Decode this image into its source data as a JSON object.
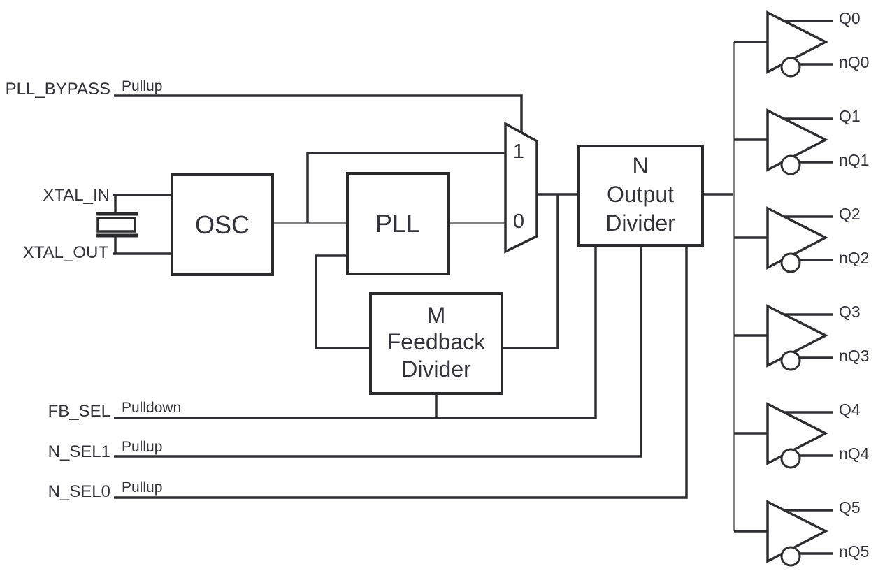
{
  "inputs": {
    "pll_bypass": {
      "label": "PLL_BYPASS",
      "resistor": "Pullup"
    },
    "xtal_in": {
      "label": "XTAL_IN"
    },
    "xtal_out": {
      "label": "XTAL_OUT"
    },
    "fb_sel": {
      "label": "FB_SEL",
      "resistor": "Pulldown"
    },
    "n_sel1": {
      "label": "N_SEL1",
      "resistor": "Pullup"
    },
    "n_sel0": {
      "label": "N_SEL0",
      "resistor": "Pullup"
    }
  },
  "blocks": {
    "osc": {
      "label": "OSC"
    },
    "pll": {
      "label": "PLL"
    },
    "m_divider": {
      "line1": "M",
      "line2": "Feedback",
      "line3": "Divider"
    },
    "n_divider": {
      "line1": "N",
      "line2": "Output",
      "line3": "Divider"
    }
  },
  "mux": {
    "input_1": "1",
    "input_0": "0"
  },
  "outputs": [
    {
      "q": "Q0",
      "nq": "nQ0"
    },
    {
      "q": "Q1",
      "nq": "nQ1"
    },
    {
      "q": "Q2",
      "nq": "nQ2"
    },
    {
      "q": "Q3",
      "nq": "nQ3"
    },
    {
      "q": "Q4",
      "nq": "nQ4"
    },
    {
      "q": "Q5",
      "nq": "nQ5"
    }
  ],
  "colors": {
    "wire": "#2f2f33",
    "wire_gray": "#828282",
    "text": "#33333b",
    "background": "#ffffff"
  }
}
